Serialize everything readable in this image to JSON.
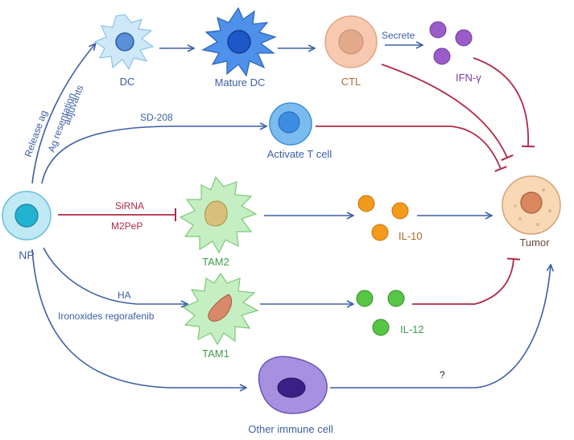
{
  "nodes": {
    "np": "NP",
    "dc": "DC",
    "mature_dc": "Mature DC",
    "ctl": "CTL",
    "ifn": "IFN-γ",
    "activate_t": "Activate T cell",
    "tam2": "TAM2",
    "il10": "IL-10",
    "tumor": "Tumor",
    "tam1": "TAM1",
    "il12": "IL-12",
    "other": "Other immune cell"
  },
  "edges": {
    "release_ag": "Release ag",
    "ag_presentation": "Ag resentation",
    "adjuvants": "adjuvants",
    "secrete": "Secrete",
    "sd208": "SD-208",
    "sirna": "SiRNA",
    "m2pep": "M2PeP",
    "ha": "HA",
    "ironoxides": "Ironoxides regorafenib",
    "unknown": "?"
  },
  "colors": {
    "activate": "#3d5fa5",
    "inhibit": "#b02a48",
    "dc": "#9ccfee",
    "mature_dc": "#3f86e0",
    "ctl": "#f2b89a",
    "ifn": "#9a5cc9",
    "tcell": "#5faee8",
    "tam": "#b9ecb5",
    "il10": "#f39a1c",
    "il12": "#57c545",
    "tumor": "#f6cda5",
    "other": "#8e78d6",
    "np": "#8fd8ec"
  }
}
